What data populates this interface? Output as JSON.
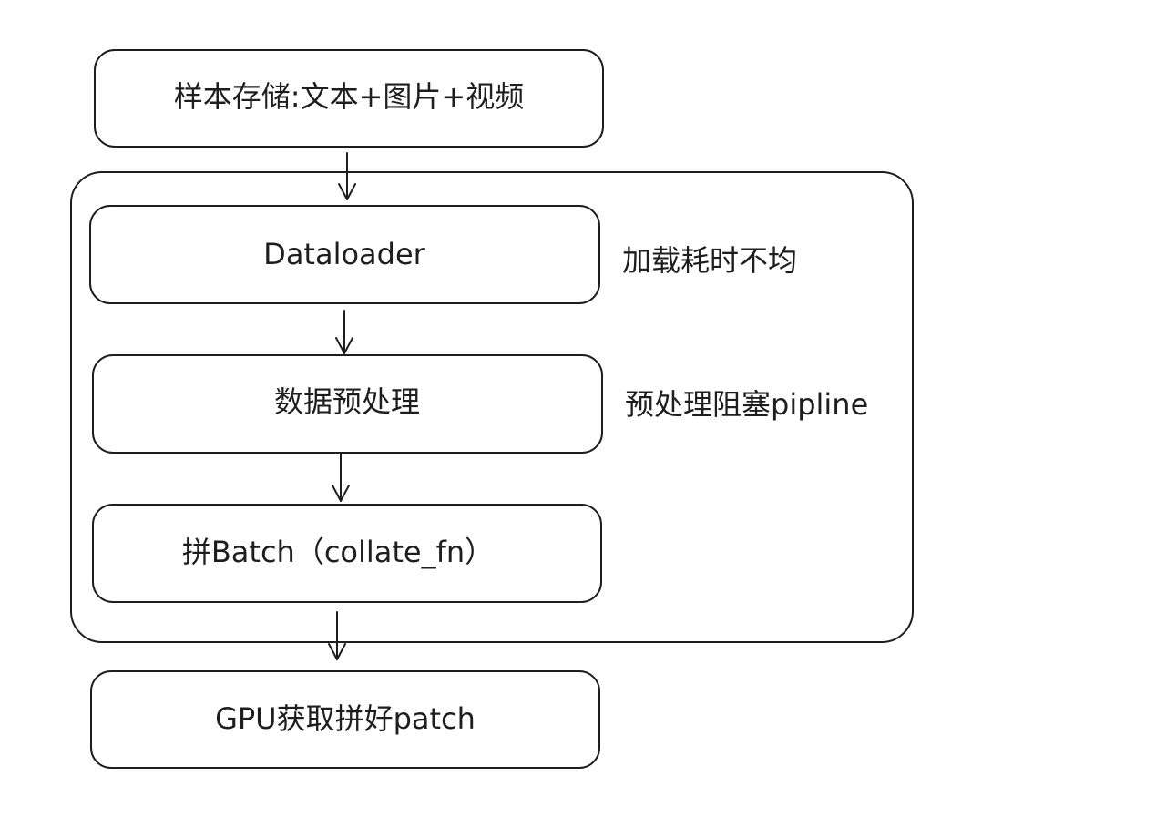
{
  "diagram": {
    "stroke_color": "#1e1e1e",
    "background": "#ffffff",
    "nodes": {
      "storage": "样本存储:文本+图片+视频",
      "dataloader": "Dataloader",
      "preprocess": "数据预处理",
      "collate": "拼Batch（collate_fn）",
      "gpu": "GPU获取拼好patch"
    },
    "notes": {
      "load_imbalance": "加载耗时不均",
      "preprocess_block": "预处理阻塞pipline"
    }
  }
}
